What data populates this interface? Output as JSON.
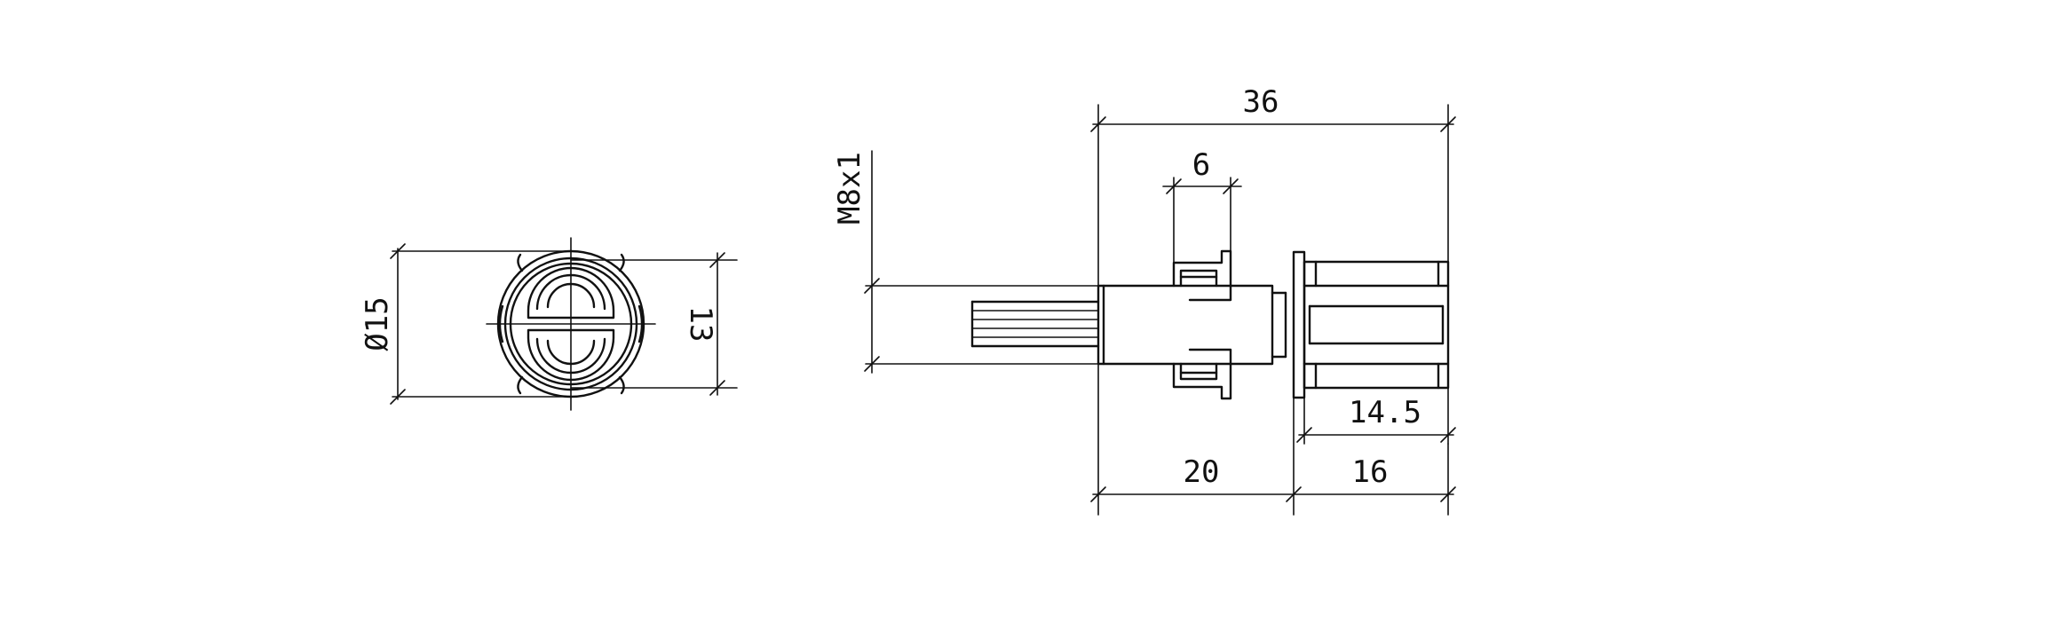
{
  "dimensions": {
    "diameter": "Ø15",
    "height_13": "13",
    "thread": "M8x1",
    "overall_36": "36",
    "width_6": "6",
    "length_20": "20",
    "length_16": "16",
    "length_14_5": "14.5"
  }
}
